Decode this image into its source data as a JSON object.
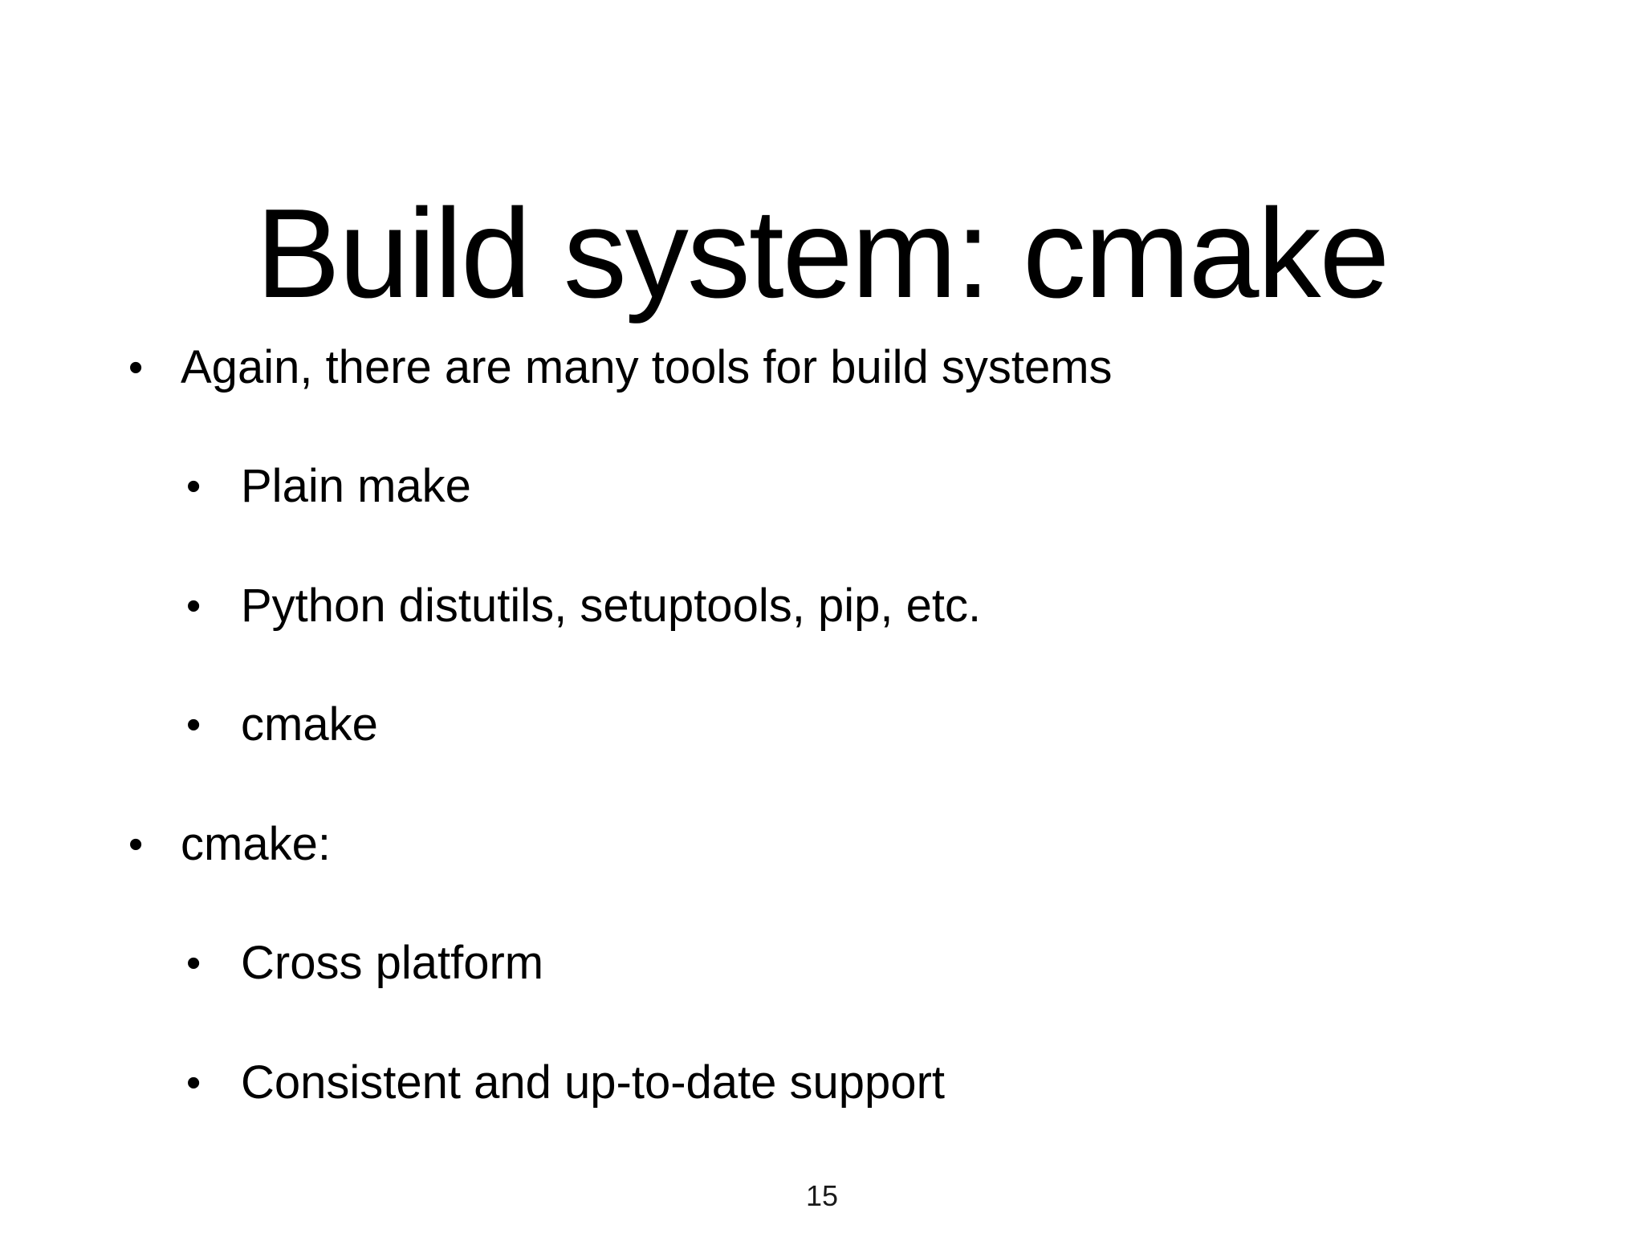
{
  "slide": {
    "title": "Build system: cmake",
    "bullet_glyph": "•",
    "bullets": [
      {
        "level": 1,
        "text": "Again, there are many tools for build systems"
      },
      {
        "level": 2,
        "text": "Plain make"
      },
      {
        "level": 2,
        "text": "Python distutils, setuptools, pip, etc."
      },
      {
        "level": 2,
        "text": "cmake"
      },
      {
        "level": 1,
        "text": "cmake:"
      },
      {
        "level": 2,
        "text": "Cross platform"
      },
      {
        "level": 2,
        "text": "Consistent and up-to-date support"
      }
    ],
    "page_number": "15",
    "colors": {
      "background": "#ffffff",
      "text": "#000000"
    }
  }
}
